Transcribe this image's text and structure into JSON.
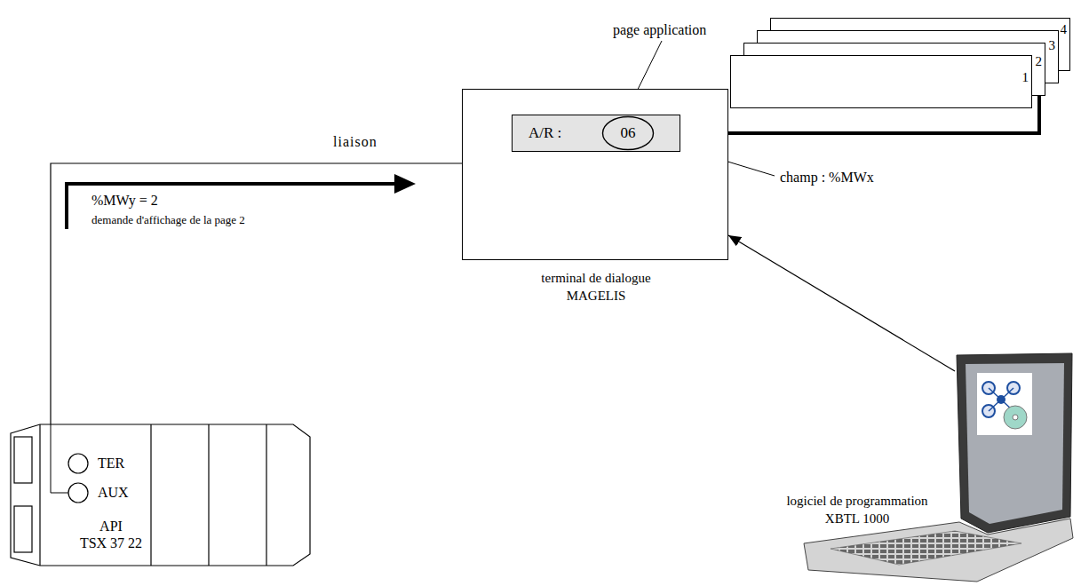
{
  "diagram": {
    "nodes": [
      {
        "text": [
          "TER",
          "AUX",
          "API",
          "TSX 37 22"
        ]
      },
      {
        "text": [
          "terminal de dialogue MAGELIS"
        ]
      },
      {
        "text": [
          "A/R :"
        ],
        "in": 1
      },
      {
        "text": [
          "06"
        ],
        "in": 2
      },
      {
        "text": [
          "1"
        ]
      },
      {
        "text": [
          "2"
        ]
      },
      {
        "text": [
          "3"
        ]
      },
      {
        "text": [
          "4"
        ]
      },
      {
        "text": [
          "logiciel de programmation XBTL 1000"
        ]
      }
    ],
    "edges": [
      {
        "from": 0,
        "to": 1,
        "arrow": "none",
        "label": "liaison"
      },
      {
        "from": 5,
        "to": 2,
        "arrow": "to"
      },
      {
        "from": 8,
        "to": 1,
        "arrow": "to"
      }
    ],
    "labels": [
      "page application",
      "champ : %MWx",
      "%MWy = 2",
      "demande d'affichage de la page 2"
    ]
  }
}
